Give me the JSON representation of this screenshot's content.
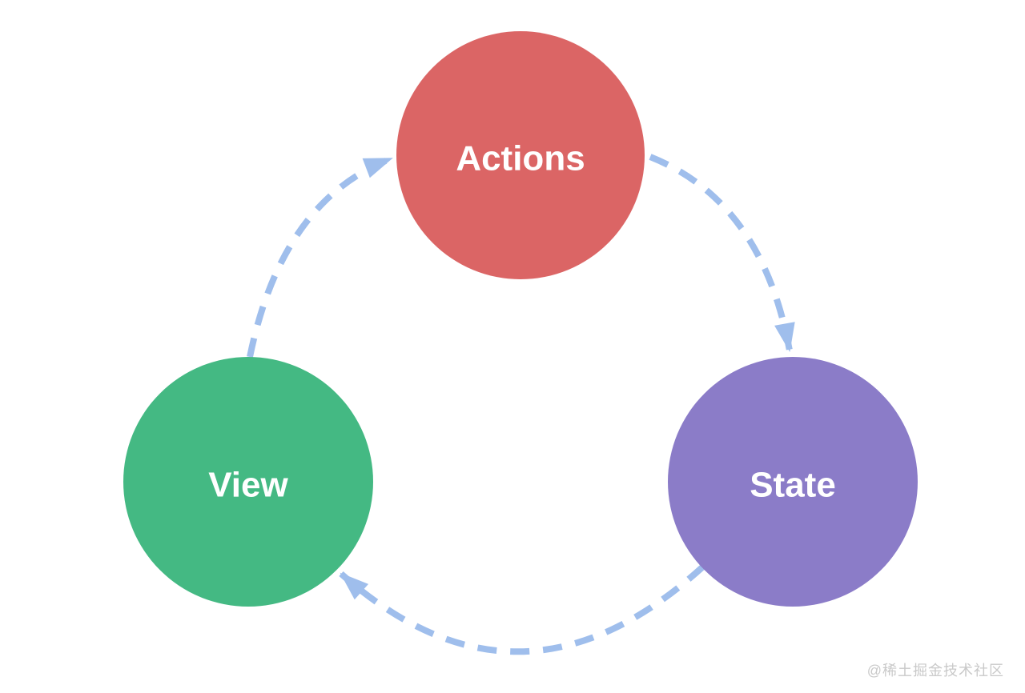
{
  "diagram": {
    "background_color": "#FFFFFF",
    "arrow_color": "#9FBEEC",
    "node_text_color": "#FFFFFF",
    "nodes": [
      {
        "id": "actions",
        "label": "Actions",
        "color": "#DB6565",
        "position": "top-center"
      },
      {
        "id": "state",
        "label": "State",
        "color": "#8B7CC8",
        "position": "bottom-right"
      },
      {
        "id": "view",
        "label": "View",
        "color": "#44B983",
        "position": "bottom-left"
      }
    ],
    "edges": [
      {
        "from": "actions",
        "to": "state",
        "style": "dashed-curved-arrow"
      },
      {
        "from": "state",
        "to": "view",
        "style": "dashed-curved-arrow"
      },
      {
        "from": "view",
        "to": "actions",
        "style": "dashed-curved-arrow"
      }
    ]
  },
  "watermark": {
    "text": "@稀土掘金技术社区",
    "color": "#C9C9C9"
  }
}
